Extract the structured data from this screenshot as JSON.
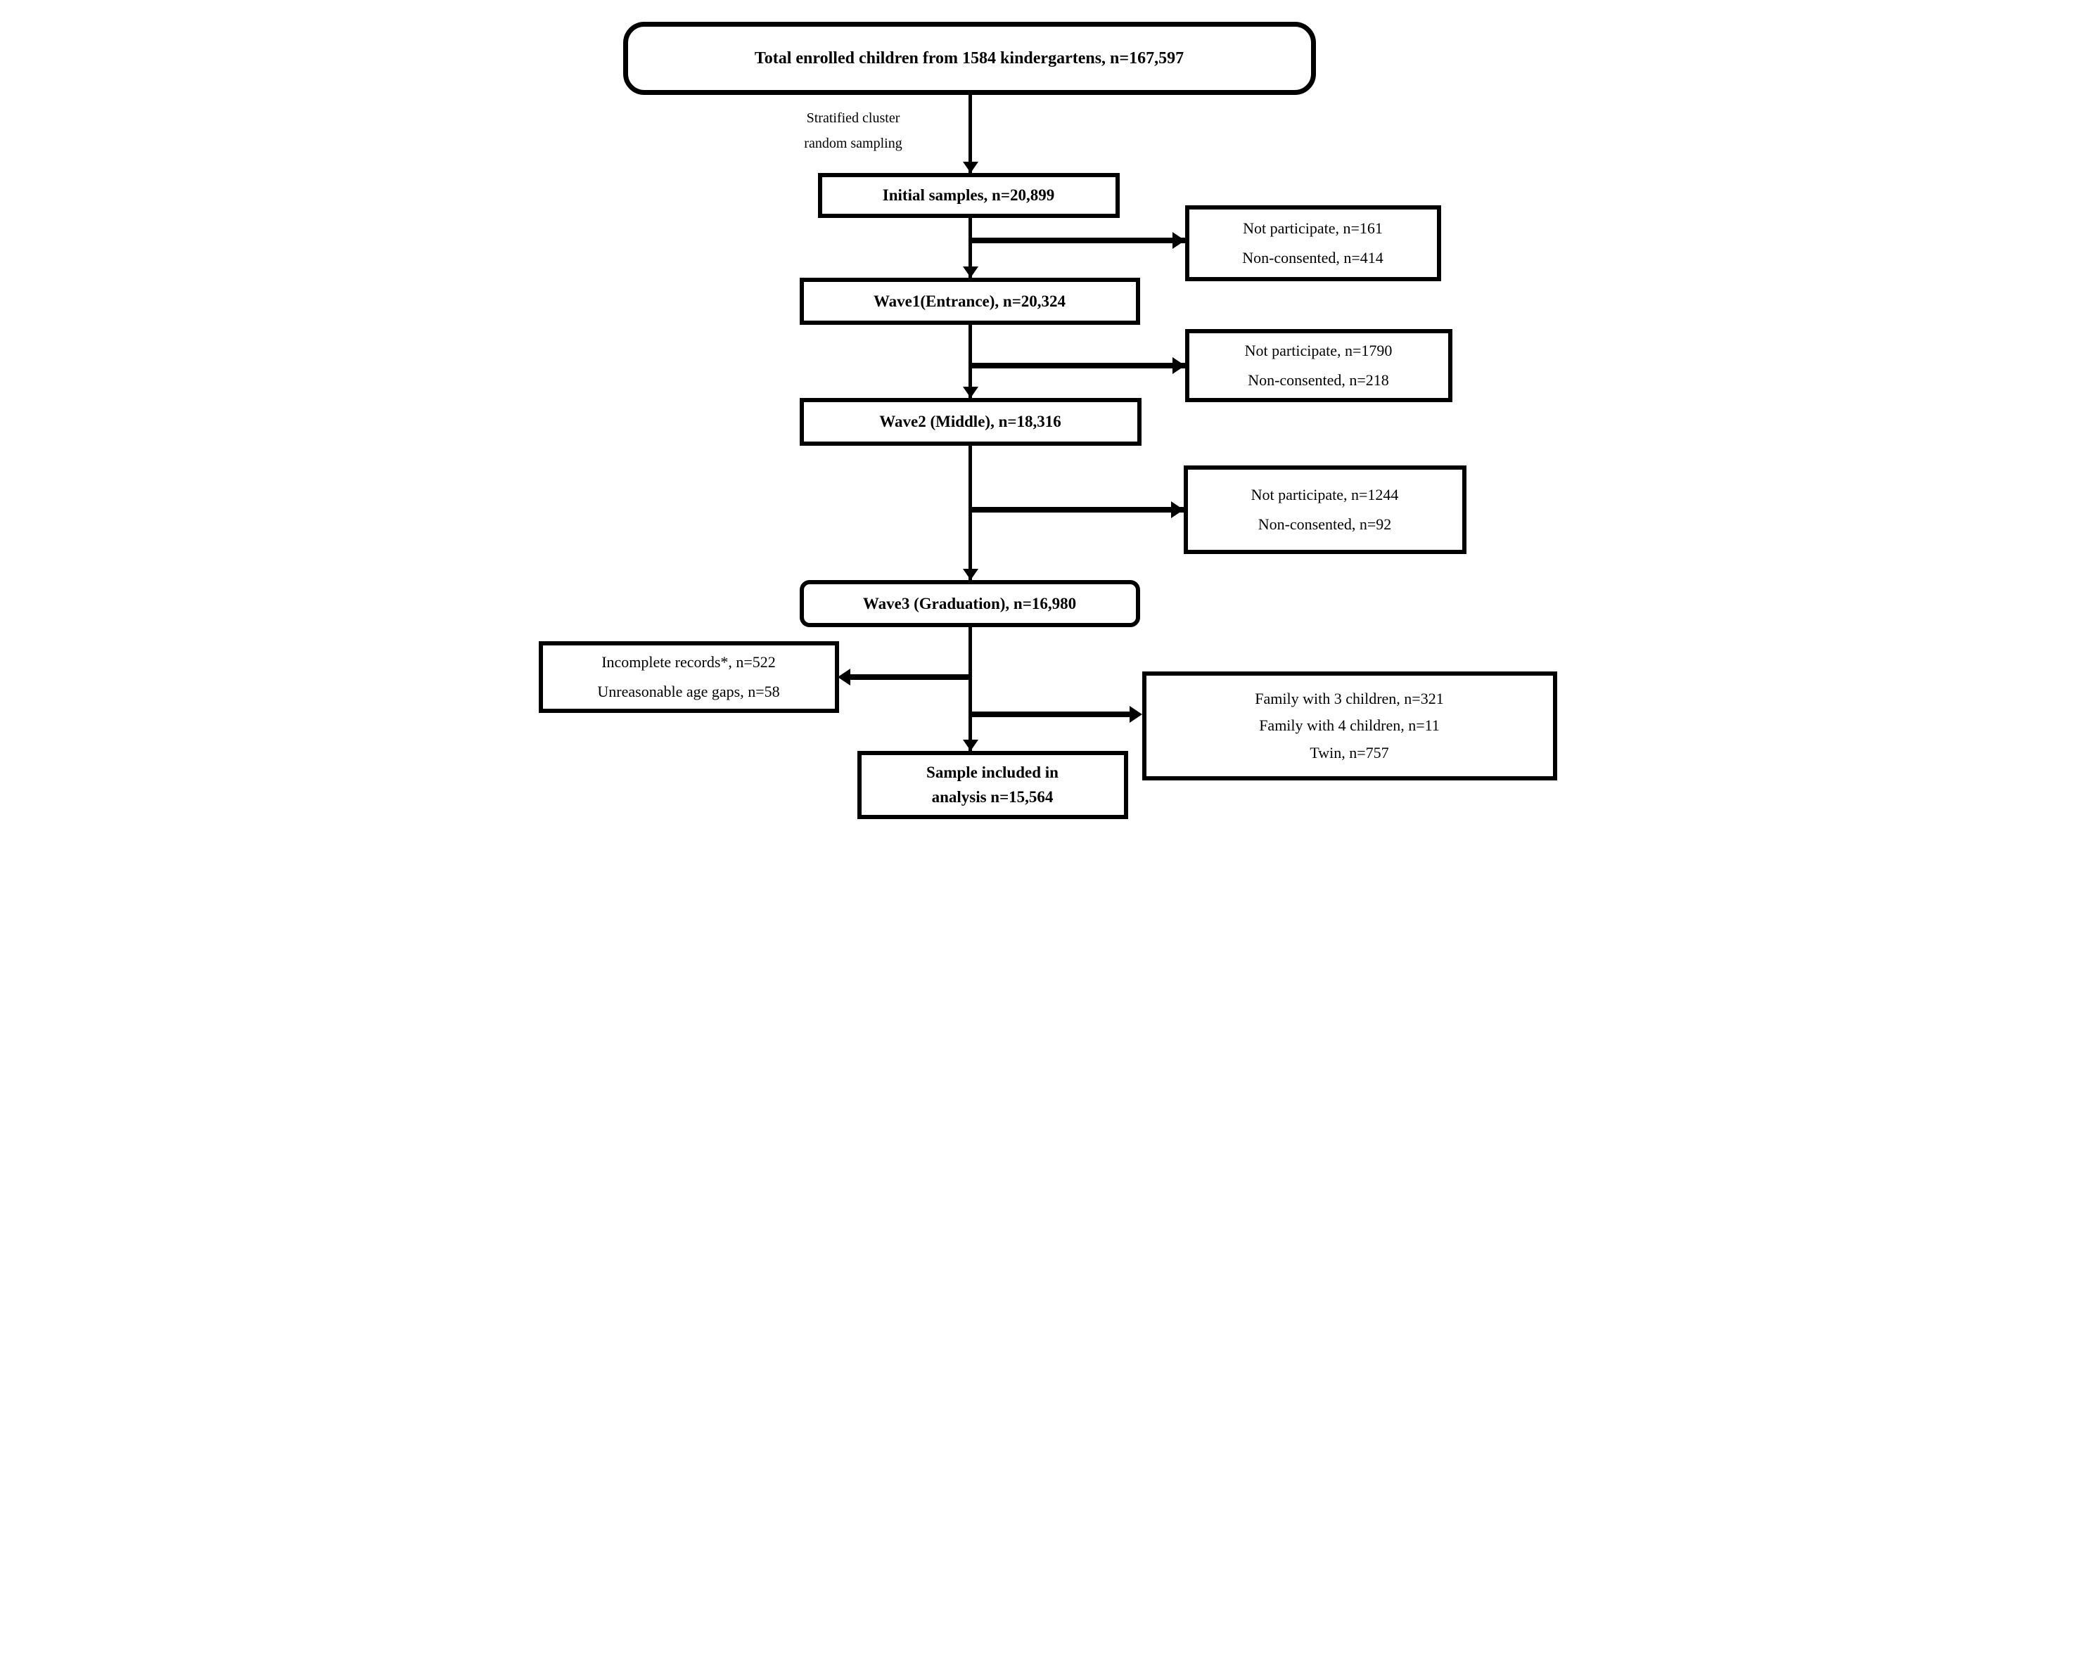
{
  "flow": {
    "top": {
      "label": "Total enrolled children from 1584 kindergartens, n=167,597"
    },
    "sampling_label": {
      "line1": "Stratified cluster",
      "line2": "random sampling"
    },
    "initial": {
      "label": "Initial samples, n=20,899"
    },
    "excl1": {
      "line1": "Not participate, n=161",
      "line2": "Non-consented, n=414"
    },
    "wave1": {
      "label": "Wave1(Entrance), n=20,324"
    },
    "excl2": {
      "line1": "Not participate, n=1790",
      "line2": "Non-consented, n=218"
    },
    "wave2": {
      "label": "Wave2 (Middle), n=18,316"
    },
    "excl3": {
      "line1": "Not participate, n=1244",
      "line2": "Non-consented, n=92"
    },
    "wave3": {
      "label": "Wave3 (Graduation), n=16,980"
    },
    "excl_left": {
      "line1": "Incomplete records*, n=522",
      "line2": "Unreasonable age gaps, n=58"
    },
    "excl_right": {
      "line1": "Family with 3 children, n=321",
      "line2": "Family with 4 children, n=11",
      "line3": "Twin, n=757"
    },
    "final": {
      "line1": "Sample included in",
      "line2": "analysis n=15,564"
    },
    "colors": {
      "ink": "#000000",
      "paper": "#ffffff"
    }
  }
}
